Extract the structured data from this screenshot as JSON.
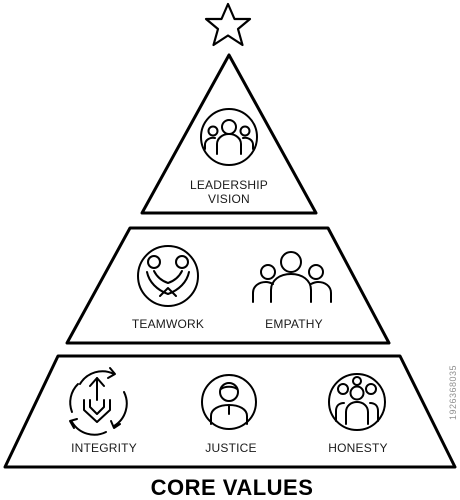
{
  "diagram": {
    "title": "CORE VALUES",
    "tiers": [
      {
        "name": "top",
        "labels": [
          "LEADERSHIP",
          "VISION"
        ]
      },
      {
        "name": "middle",
        "labels": [
          "TEAMWORK",
          "EMPATHY"
        ]
      },
      {
        "name": "bottom",
        "labels": [
          "INTEGRITY",
          "JUSTICE",
          "HONESTY"
        ]
      }
    ],
    "stock_id": "1926368035",
    "colors": {
      "stroke": "#000000",
      "background": "#ffffff"
    },
    "icons": [
      "star-icon",
      "leadership-icon",
      "teamwork-icon",
      "empathy-icon",
      "integrity-icon",
      "justice-icon",
      "honesty-icon"
    ]
  }
}
